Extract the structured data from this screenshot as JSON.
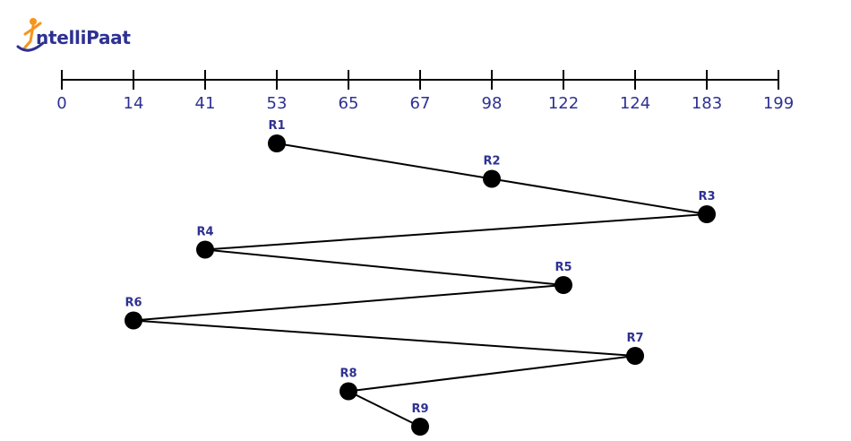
{
  "logo": {
    "text": "ntelliPaat"
  },
  "axis_ticks": [
    "0",
    "14",
    "41",
    "53",
    "65",
    "67",
    "98",
    "122",
    "124",
    "183",
    "199"
  ],
  "requests": [
    {
      "label": "R1",
      "tick": "53"
    },
    {
      "label": "R2",
      "tick": "98"
    },
    {
      "label": "R3",
      "tick": "183"
    },
    {
      "label": "R4",
      "tick": "41"
    },
    {
      "label": "R5",
      "tick": "122"
    },
    {
      "label": "R6",
      "tick": "14"
    },
    {
      "label": "R7",
      "tick": "124"
    },
    {
      "label": "R8",
      "tick": "65"
    },
    {
      "label": "R9",
      "tick": "67"
    }
  ],
  "colors": {
    "accent": "#2e3192",
    "logo_orange": "#f7941d",
    "line": "#000000"
  }
}
